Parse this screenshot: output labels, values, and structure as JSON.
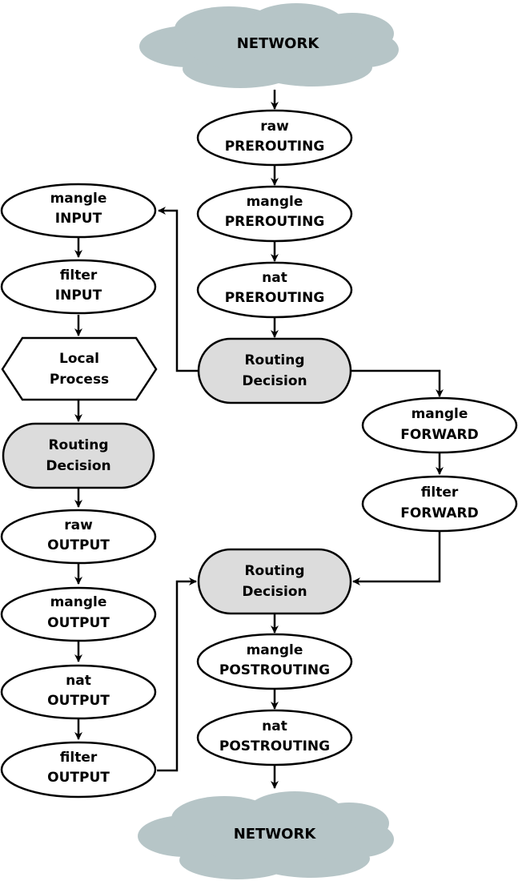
{
  "colors": {
    "cloud": "#b6c5c7",
    "oval": "#ffffff",
    "decision": "#dcdcdc",
    "stroke": "#000000"
  },
  "nodes": {
    "network_top": {
      "label": "NETWORK"
    },
    "raw_prerouting": {
      "table": "raw",
      "chain": "PREROUTING"
    },
    "mangle_prerouting": {
      "table": "mangle",
      "chain": "PREROUTING"
    },
    "nat_prerouting": {
      "table": "nat",
      "chain": "PREROUTING"
    },
    "routing_decision_1": {
      "line1": "Routing",
      "line2": "Decision"
    },
    "mangle_input": {
      "table": "mangle",
      "chain": "INPUT"
    },
    "filter_input": {
      "table": "filter",
      "chain": "INPUT"
    },
    "local_process": {
      "line1": "Local",
      "line2": "Process"
    },
    "routing_decision_2": {
      "line1": "Routing",
      "line2": "Decision"
    },
    "raw_output": {
      "table": "raw",
      "chain": "OUTPUT"
    },
    "mangle_output": {
      "table": "mangle",
      "chain": "OUTPUT"
    },
    "nat_output": {
      "table": "nat",
      "chain": "OUTPUT"
    },
    "filter_output": {
      "table": "filter",
      "chain": "OUTPUT"
    },
    "mangle_forward": {
      "table": "mangle",
      "chain": "FORWARD"
    },
    "filter_forward": {
      "table": "filter",
      "chain": "FORWARD"
    },
    "routing_decision_3": {
      "line1": "Routing",
      "line2": "Decision"
    },
    "mangle_postrouting": {
      "table": "mangle",
      "chain": "POSTROUTING"
    },
    "nat_postrouting": {
      "table": "nat",
      "chain": "POSTROUTING"
    },
    "network_bottom": {
      "label": "NETWORK"
    }
  }
}
